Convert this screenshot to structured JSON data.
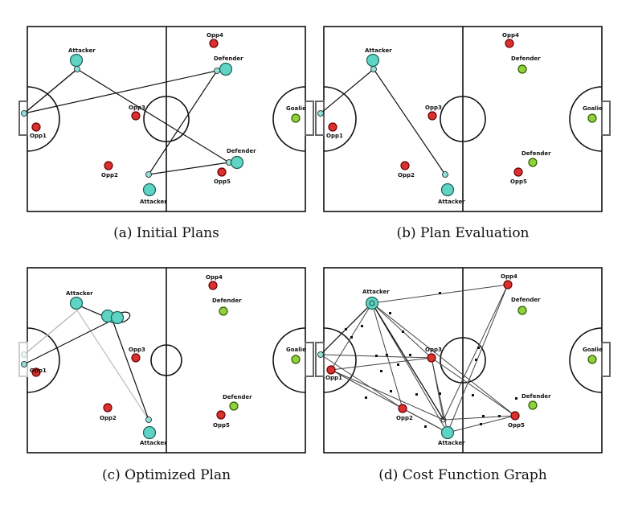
{
  "figure": {
    "panels": [
      {
        "id": "a",
        "caption": "(a) Initial Plans",
        "players": [
          {
            "label": "Attacker",
            "team": "own"
          },
          {
            "label": "Attacker",
            "team": "own"
          },
          {
            "label": "Defender",
            "team": "own"
          },
          {
            "label": "Defender",
            "team": "own"
          },
          {
            "label": "Goalie",
            "team": "opp-keeper"
          },
          {
            "label": "Opp1",
            "team": "opp"
          },
          {
            "label": "Opp2",
            "team": "opp"
          },
          {
            "label": "Opp3",
            "team": "opp"
          },
          {
            "label": "Opp4",
            "team": "opp"
          },
          {
            "label": "Opp5",
            "team": "opp"
          }
        ]
      },
      {
        "id": "b",
        "caption": "(b) Plan Evaluation",
        "players": [
          {
            "label": "Attacker",
            "team": "own"
          },
          {
            "label": "Attacker",
            "team": "own"
          },
          {
            "label": "Defender",
            "team": "opp-keeper"
          },
          {
            "label": "Defender",
            "team": "opp-keeper"
          },
          {
            "label": "Goalie",
            "team": "opp-keeper"
          },
          {
            "label": "Opp1",
            "team": "opp"
          },
          {
            "label": "Opp2",
            "team": "opp"
          },
          {
            "label": "Opp3",
            "team": "opp"
          },
          {
            "label": "Opp4",
            "team": "opp"
          },
          {
            "label": "Opp5",
            "team": "opp"
          }
        ]
      },
      {
        "id": "c",
        "caption": "(c) Optimized Plan",
        "players": [
          {
            "label": "Attacker",
            "team": "own"
          },
          {
            "label": "Attacker",
            "team": "own"
          },
          {
            "label": "Defender",
            "team": "opp-keeper"
          },
          {
            "label": "Defender",
            "team": "opp-keeper"
          },
          {
            "label": "Goalie",
            "team": "opp-keeper"
          },
          {
            "label": "Opp1",
            "team": "opp"
          },
          {
            "label": "Opp2",
            "team": "opp"
          },
          {
            "label": "Opp3",
            "team": "opp"
          },
          {
            "label": "Opp4",
            "team": "opp"
          },
          {
            "label": "Opp5",
            "team": "opp"
          }
        ]
      },
      {
        "id": "d",
        "caption": "(d) Cost Function Graph",
        "players": [
          {
            "label": "Attacker",
            "team": "own"
          },
          {
            "label": "Attacker",
            "team": "own"
          },
          {
            "label": "Defender",
            "team": "opp-keeper"
          },
          {
            "label": "Defender",
            "team": "opp-keeper"
          },
          {
            "label": "Goalie",
            "team": "opp-keeper"
          },
          {
            "label": "Opp1",
            "team": "opp"
          },
          {
            "label": "Opp2",
            "team": "opp"
          },
          {
            "label": "Opp3",
            "team": "opp"
          },
          {
            "label": "Opp4",
            "team": "opp"
          },
          {
            "label": "Opp5",
            "team": "opp"
          }
        ]
      }
    ],
    "colors": {
      "own_fill": "#5fd3c4",
      "own_stroke": "#1a5f57",
      "opp_fill": "#d93030",
      "opp_stroke": "#6a0000",
      "keeper_fill": "#8fd13a",
      "keeper_stroke": "#2d5a00",
      "waypoint_fill": "#8fe0d6"
    }
  }
}
